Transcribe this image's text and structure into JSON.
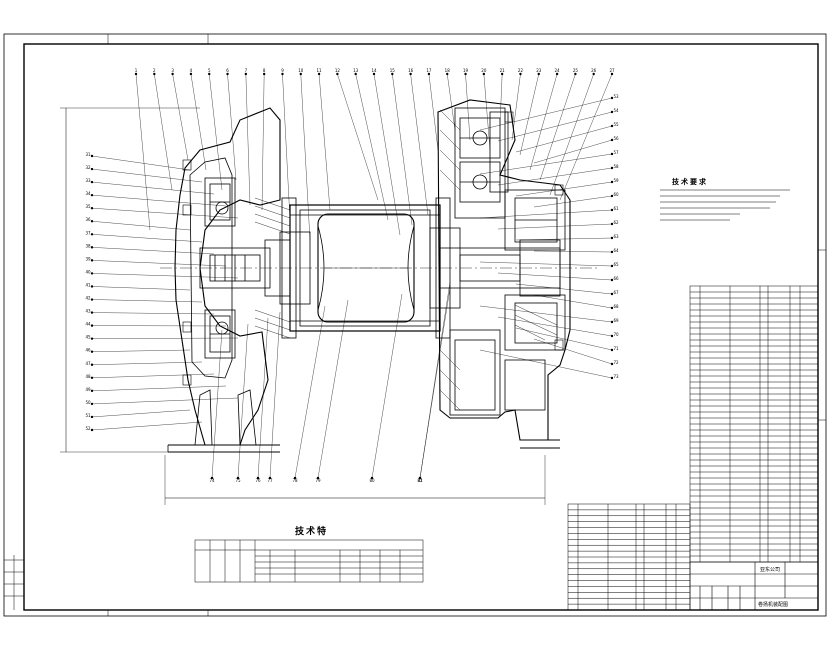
{
  "drawing": {
    "technical_requirements_title": "技术要求",
    "technical_table_title": "技术特",
    "company": "亚东公司",
    "drawing_title": "卷扬机装配图"
  },
  "balloons_top": [
    "1",
    "2",
    "3",
    "4",
    "5",
    "6",
    "7",
    "8",
    "9",
    "10",
    "11",
    "12",
    "13",
    "14",
    "15",
    "16",
    "17",
    "18",
    "19",
    "20",
    "21",
    "22",
    "23",
    "24",
    "25",
    "26",
    "27"
  ],
  "balloons_left": [
    "31",
    "32",
    "33",
    "34",
    "35",
    "36",
    "37",
    "38",
    "39",
    "40",
    "41",
    "42",
    "43",
    "44",
    "45",
    "46",
    "47",
    "48",
    "49",
    "50",
    "51",
    "52"
  ],
  "balloons_right": [
    "53",
    "54",
    "55",
    "56",
    "57",
    "58",
    "59",
    "60",
    "61",
    "62",
    "63",
    "64",
    "65",
    "66",
    "67",
    "68",
    "69",
    "70",
    "71",
    "72",
    "73"
  ],
  "balloons_bottom": [
    "74",
    "75",
    "76",
    "77",
    "78",
    "79",
    "80",
    "81",
    "82"
  ],
  "colors": {
    "line": "#000000",
    "paper": "#ffffff"
  }
}
